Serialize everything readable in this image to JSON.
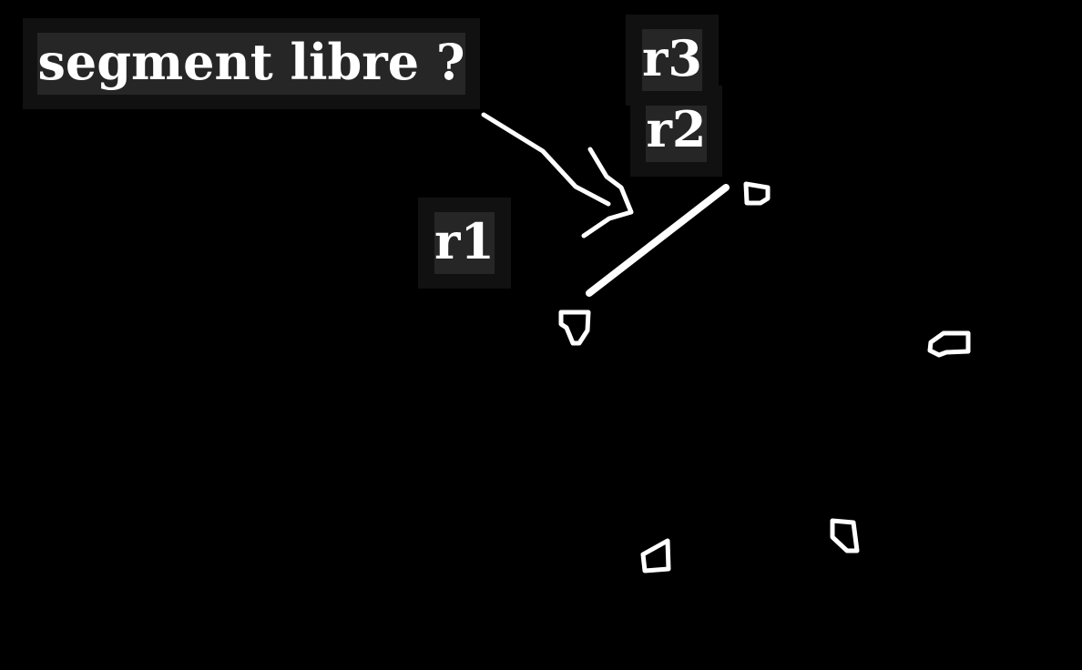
{
  "title_label": "segment libre ?",
  "labels": {
    "r1": "r1",
    "r2": "r2",
    "r3": "r3"
  },
  "colors": {
    "background": "#000000",
    "stroke": "#ffffff",
    "label_box": "#111111",
    "label_text_bg": "#262626",
    "label_text": "#ffffff"
  }
}
